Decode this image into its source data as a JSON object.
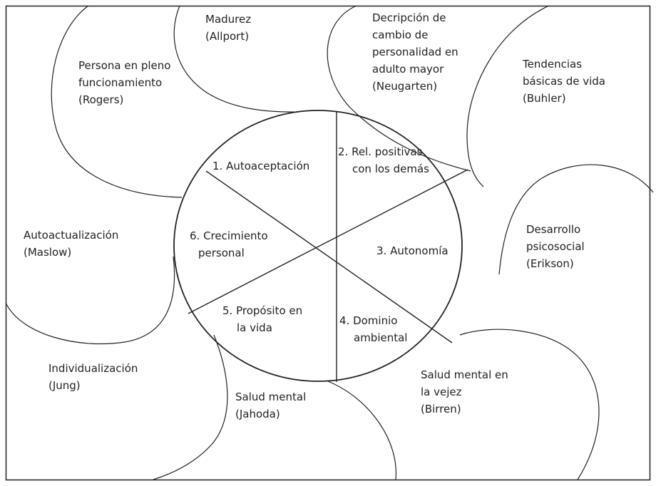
{
  "colors": {
    "ink": "#222222",
    "background": "#ffffff"
  },
  "center_segments": [
    {
      "key": "s1",
      "lines": [
        "1. Autoaceptación"
      ]
    },
    {
      "key": "s2",
      "lines": [
        "2. Rel. positivas",
        "con los demás"
      ]
    },
    {
      "key": "s3",
      "lines": [
        "3. Autonomía"
      ]
    },
    {
      "key": "s4",
      "lines": [
        "4. Dominio",
        "ambiental"
      ]
    },
    {
      "key": "s5",
      "lines": [
        "5. Propósito en",
        "la vida"
      ]
    },
    {
      "key": "s6",
      "lines": [
        "6. Crecimiento",
        "personal"
      ]
    }
  ],
  "outer_theories": [
    {
      "key": "rogers",
      "lines": [
        "Persona en pleno",
        "funcionamiento",
        "(Rogers)"
      ]
    },
    {
      "key": "allport",
      "lines": [
        "Madurez",
        "(Allport)"
      ]
    },
    {
      "key": "neugarten",
      "lines": [
        "Decripción de",
        "cambio de",
        "personalidad en",
        "adulto mayor",
        "(Neugarten)"
      ]
    },
    {
      "key": "buhler",
      "lines": [
        "Tendencias",
        "básicas de vida",
        "(Buhler)"
      ]
    },
    {
      "key": "erikson",
      "lines": [
        "Desarrollo",
        "psicosocial",
        "(Erikson)"
      ]
    },
    {
      "key": "birren",
      "lines": [
        "Salud mental en",
        "la vejez",
        "(Birren)"
      ]
    },
    {
      "key": "jahoda",
      "lines": [
        "Salud mental",
        "(Jahoda)"
      ]
    },
    {
      "key": "jung",
      "lines": [
        "Individualización",
        "(Jung)"
      ]
    },
    {
      "key": "maslow",
      "lines": [
        "Autoactualización",
        "(Maslow)"
      ]
    }
  ]
}
